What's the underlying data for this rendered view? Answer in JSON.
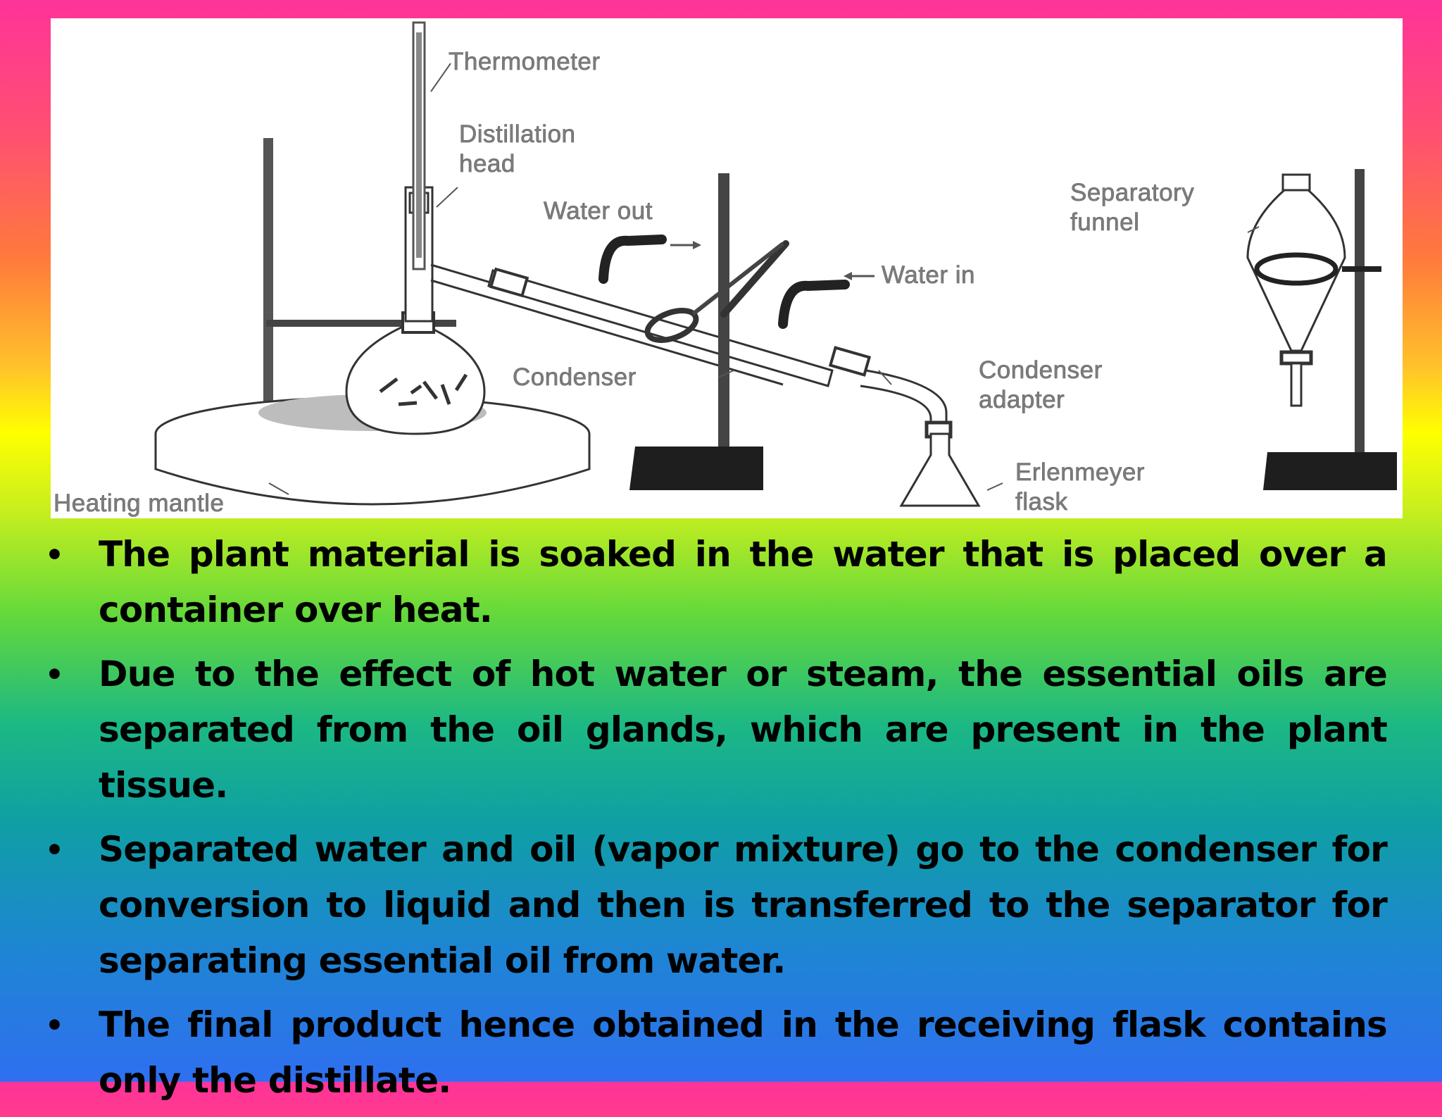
{
  "diagram": {
    "labels": {
      "thermometer": "Thermometer",
      "distillation_head_1": "Distillation",
      "distillation_head_2": "head",
      "water_out": "Water out",
      "water_in": "Water in",
      "separatory_funnel_1": "Separatory",
      "separatory_funnel_2": "funnel",
      "condenser": "Condenser",
      "condenser_adapter_1": "Condenser",
      "condenser_adapter_2": "adapter",
      "erlenmeyer_flask_1": "Erlenmeyer",
      "erlenmeyer_flask_2": "flask",
      "heating_mantle": "Heating mantle"
    }
  },
  "bullet_glyph": "•",
  "bullets": [
    "The plant material is soaked in the water that is placed over a container over heat.",
    "Due to the effect of hot water or steam, the essential oils are separated from the oil glands, which are present in the plant tissue.",
    "Separated water and oil (vapor mixture) go to the condenser for conversion to liquid and then is transferred to the separator for separating essential oil from water.",
    "The final product hence obtained in the receiving flask contains only the distillate."
  ]
}
